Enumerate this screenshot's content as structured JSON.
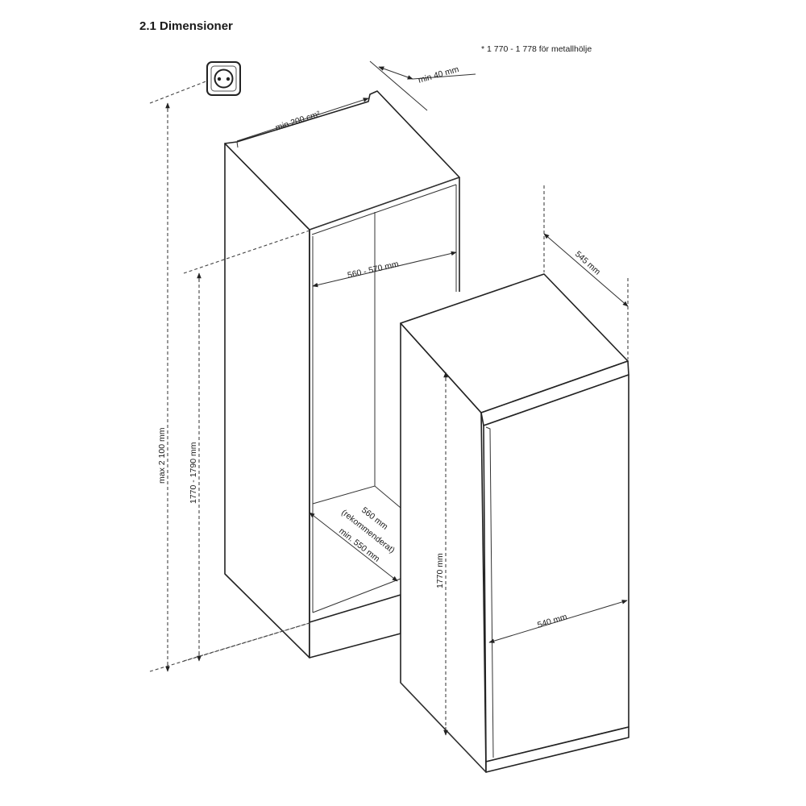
{
  "title": "2.1 Dimensioner",
  "footnote": "* 1 770 - 1 778 för metallhölje",
  "labels": {
    "vent_area": "min 200 cm²",
    "rear_gap": "min 40 mm",
    "niche_width": "560 - 570 mm",
    "max_height": "max 2 100 mm",
    "niche_height": "1770 - 1790 mm",
    "depth_line1": "560 mm",
    "depth_line2": "(rekommenderat)",
    "depth_line3": "min. 550 mm",
    "appliance_depth": "545 mm",
    "appliance_height": "1770 mm",
    "appliance_width": "540 mm"
  },
  "icons": {
    "socket": "power-socket-icon"
  }
}
